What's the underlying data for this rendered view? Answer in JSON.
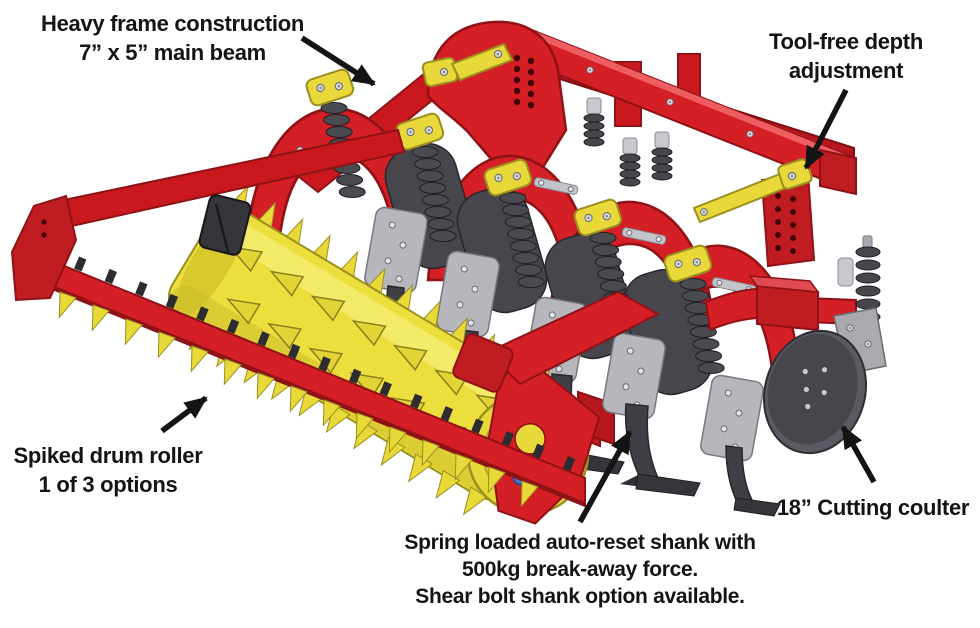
{
  "figure": {
    "type": "annotated-technical-illustration",
    "subject": "Heavy-duty tine cultivator with spiked drum roller",
    "background_color": "#ffffff",
    "colors": {
      "frame_red": "#d41f26",
      "frame_red_dark": "#8f1216",
      "roller_yellow": "#ecdf3d",
      "clamp_yellow": "#e9d83a",
      "steel_gray": "#c3c3ca",
      "dark_metal": "#46464c",
      "coulter_gray": "#4a4a51",
      "annotation_black": "#141414"
    },
    "annotations": [
      {
        "id": "heavy-frame",
        "lines": [
          "Heavy frame construction",
          "7” x 5” main beam"
        ]
      },
      {
        "id": "depth-adjustment",
        "lines": [
          "Tool-free depth",
          "adjustment"
        ]
      },
      {
        "id": "drum-roller",
        "lines": [
          "Spiked drum roller",
          "1 of 3 options"
        ]
      },
      {
        "id": "auto-reset-shank",
        "lines": [
          "Spring loaded auto-reset shank with",
          "500kg break-away force.",
          "Shear bolt shank option available."
        ]
      },
      {
        "id": "cutting-coulter",
        "lines": [
          "18” Cutting coulter"
        ]
      }
    ]
  }
}
